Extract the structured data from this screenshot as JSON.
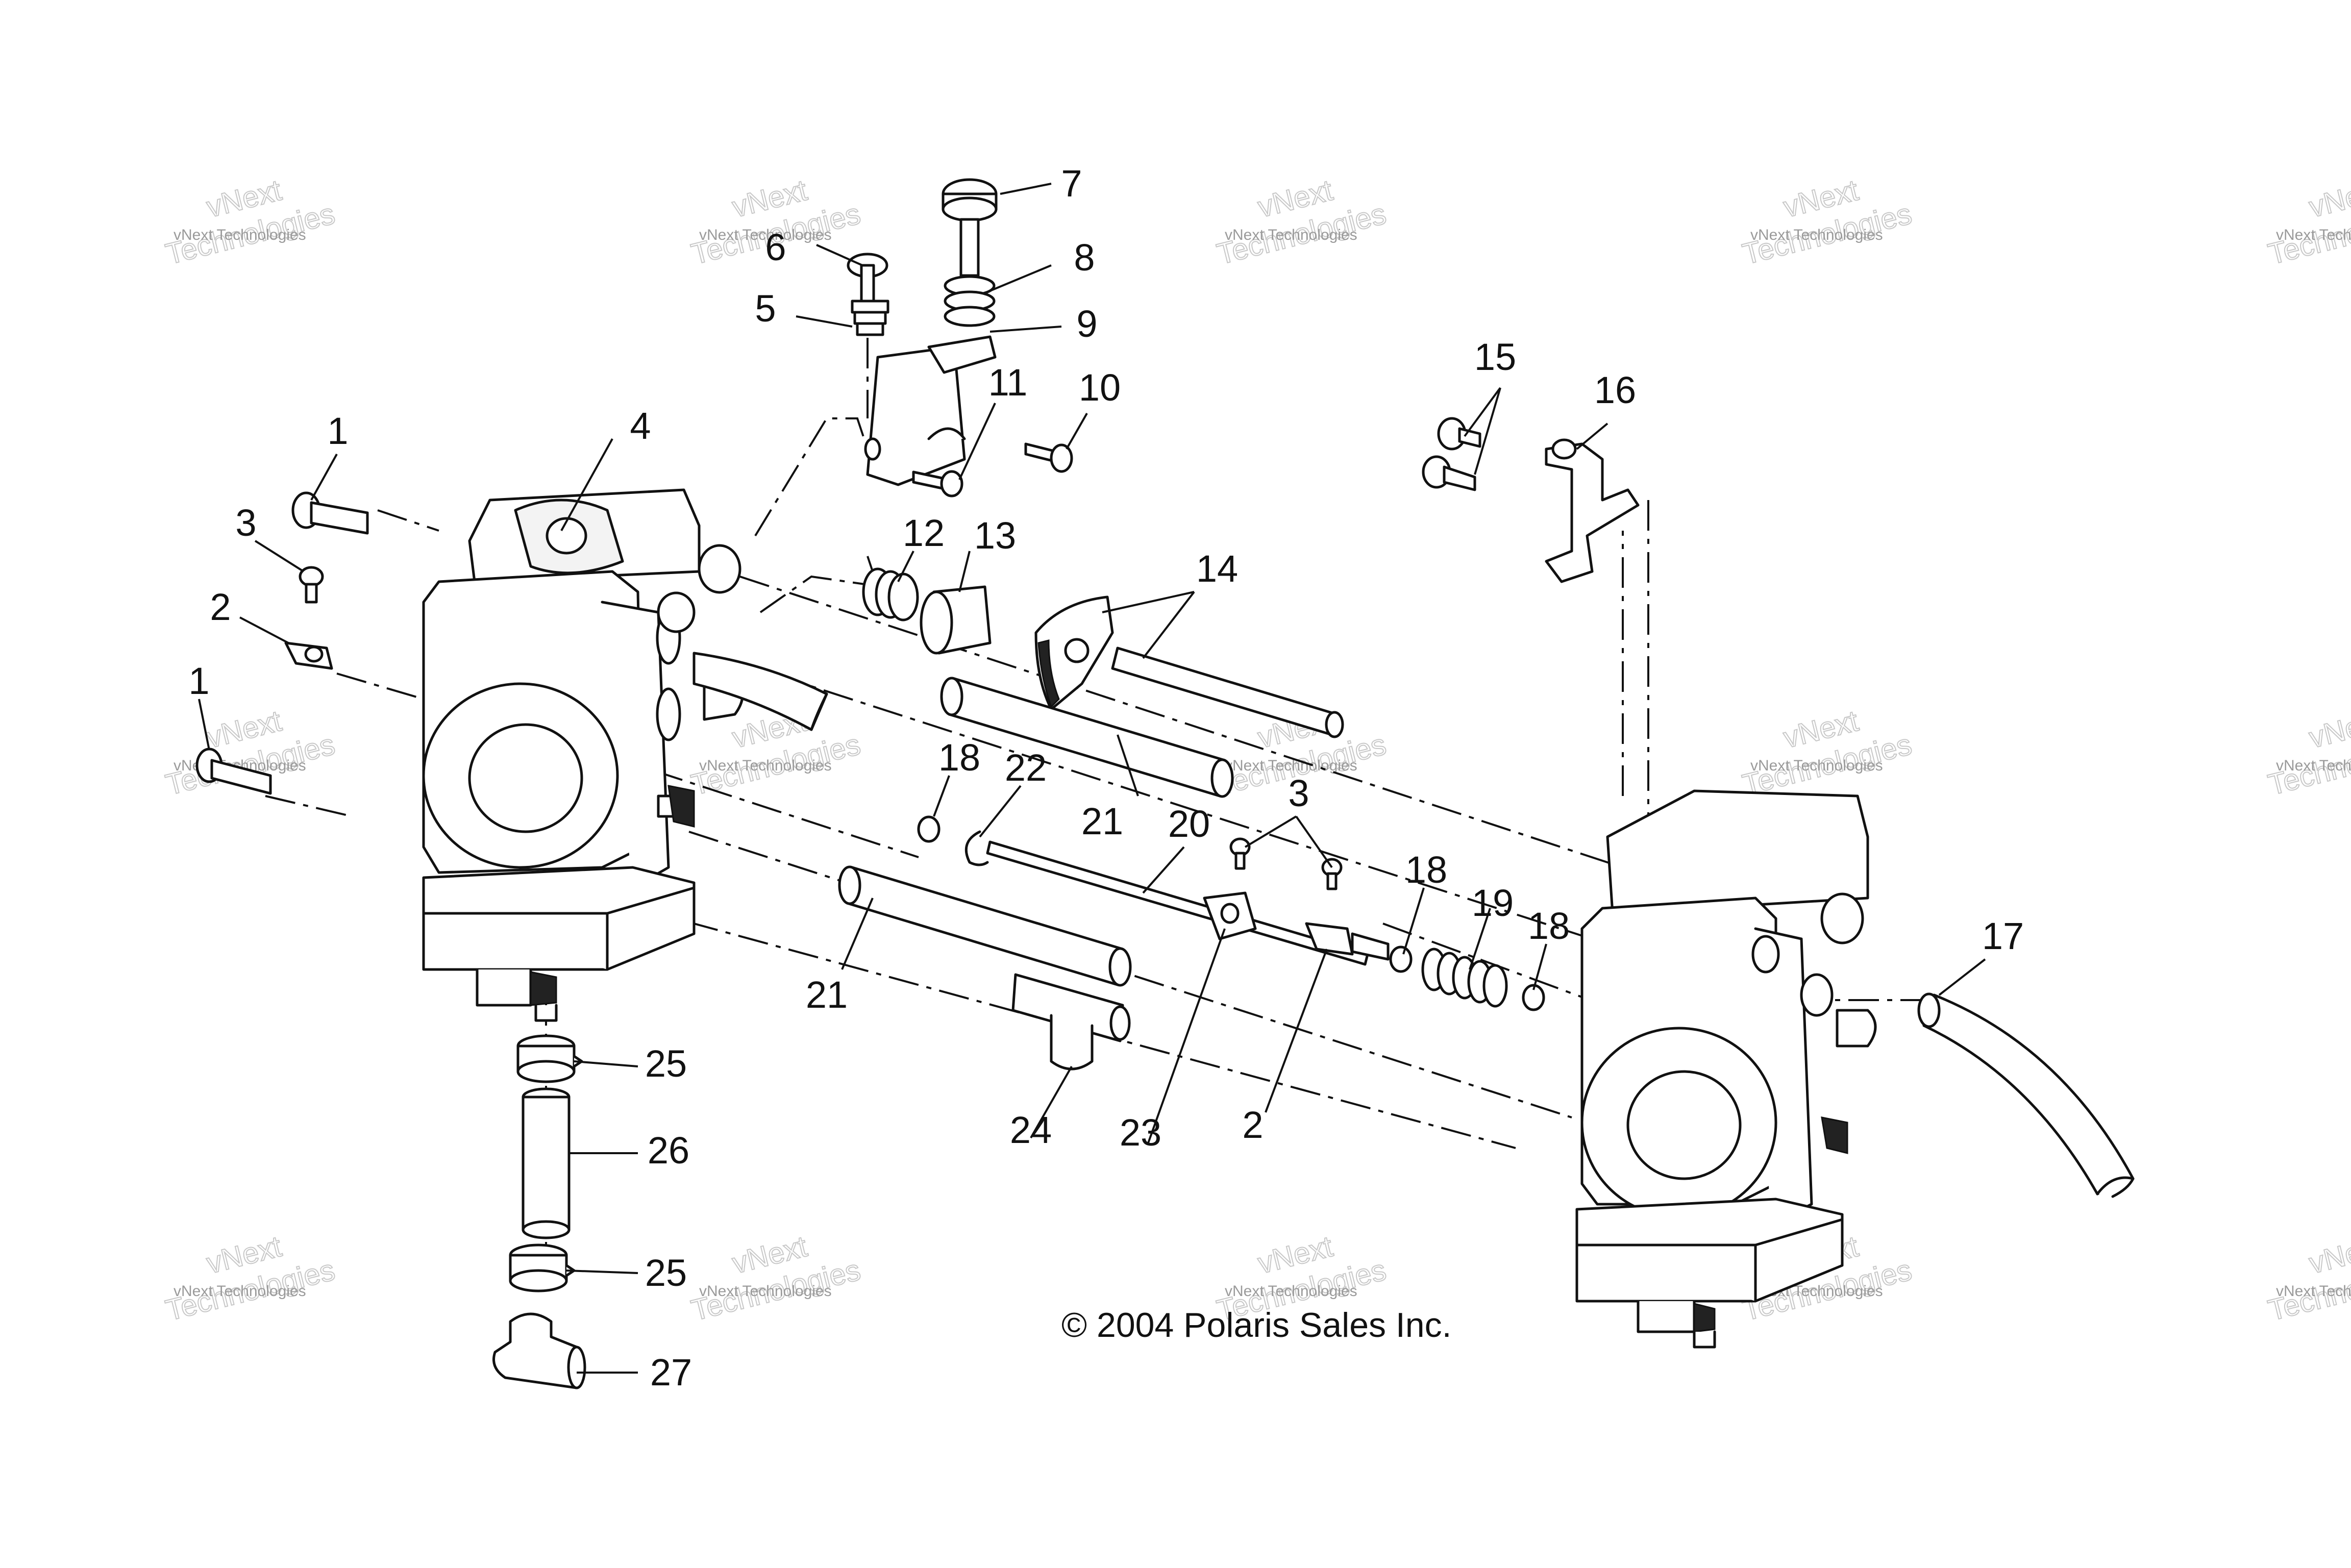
{
  "callouts": [
    {
      "id": "c1a",
      "label": "1"
    },
    {
      "id": "c1b",
      "label": "1"
    },
    {
      "id": "c2a",
      "label": "2"
    },
    {
      "id": "c2b",
      "label": "2"
    },
    {
      "id": "c3a",
      "label": "3"
    },
    {
      "id": "c3b",
      "label": "3"
    },
    {
      "id": "c4",
      "label": "4"
    },
    {
      "id": "c5",
      "label": "5"
    },
    {
      "id": "c6",
      "label": "6"
    },
    {
      "id": "c7",
      "label": "7"
    },
    {
      "id": "c8",
      "label": "8"
    },
    {
      "id": "c9",
      "label": "9"
    },
    {
      "id": "c10",
      "label": "10"
    },
    {
      "id": "c11",
      "label": "11"
    },
    {
      "id": "c12",
      "label": "12"
    },
    {
      "id": "c13",
      "label": "13"
    },
    {
      "id": "c14",
      "label": "14"
    },
    {
      "id": "c15",
      "label": "15"
    },
    {
      "id": "c16",
      "label": "16"
    },
    {
      "id": "c17",
      "label": "17"
    },
    {
      "id": "c18a",
      "label": "18"
    },
    {
      "id": "c18b",
      "label": "18"
    },
    {
      "id": "c18c",
      "label": "18"
    },
    {
      "id": "c19",
      "label": "19"
    },
    {
      "id": "c20",
      "label": "20"
    },
    {
      "id": "c21a",
      "label": "21"
    },
    {
      "id": "c21b",
      "label": "21"
    },
    {
      "id": "c22",
      "label": "22"
    },
    {
      "id": "c23",
      "label": "23"
    },
    {
      "id": "c24",
      "label": "24"
    },
    {
      "id": "c25a",
      "label": "25"
    },
    {
      "id": "c25b",
      "label": "25"
    },
    {
      "id": "c26",
      "label": "26"
    },
    {
      "id": "c27",
      "label": "27"
    }
  ],
  "copyright": "© 2004 Polaris Sales Inc.",
  "watermark": {
    "small": "vNext Technologies",
    "large_line1": "vNext",
    "large_line2": "Technologies"
  }
}
